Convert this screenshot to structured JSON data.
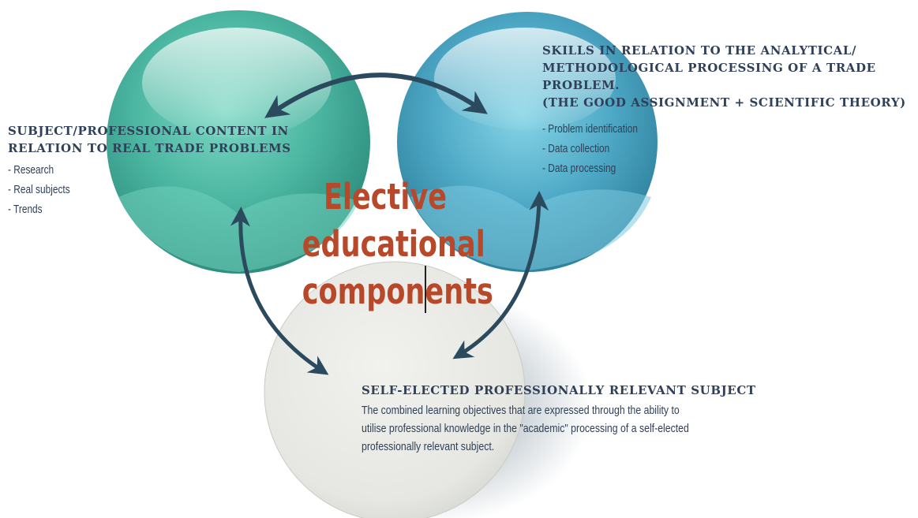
{
  "center": {
    "lines": [
      "Elective",
      "educational",
      "components"
    ]
  },
  "left_block": {
    "heading_lines": [
      "SUBJECT/PROFESSIONAL CONTENT IN",
      "RELATION TO REAL TRADE PROBLEMS"
    ],
    "items": [
      "- Research",
      "- Real subjects",
      "- Trends"
    ]
  },
  "right_block": {
    "heading_lines": [
      "SKILLS IN RELATION TO THE ANALYTICAL/",
      "METHODOLOGICAL PROCESSING OF A TRADE",
      "PROBLEM.",
      "(THE GOOD ASSIGNMENT + SCIENTIFIC THEORY)"
    ],
    "items": [
      "- Problem identification",
      "- Data collection",
      "- Data processing"
    ]
  },
  "bottom_block": {
    "heading": "SELF-ELECTED PROFESSIONALLY RELEVANT SUBJECT",
    "body_lines": [
      "The combined learning objectives that are expressed through the ability to",
      "utilise professional knowledge in the \"academic\" processing of a self-elected",
      "professionally relevant subject."
    ]
  },
  "colors": {
    "left_sphere": "#4ab8a4",
    "right_sphere": "#4aa6c4",
    "bottom_sphere": "#e9eae5",
    "arrow": "#2c4a5e",
    "heading_text": "#2f4058",
    "center_text": "#b8482a"
  }
}
